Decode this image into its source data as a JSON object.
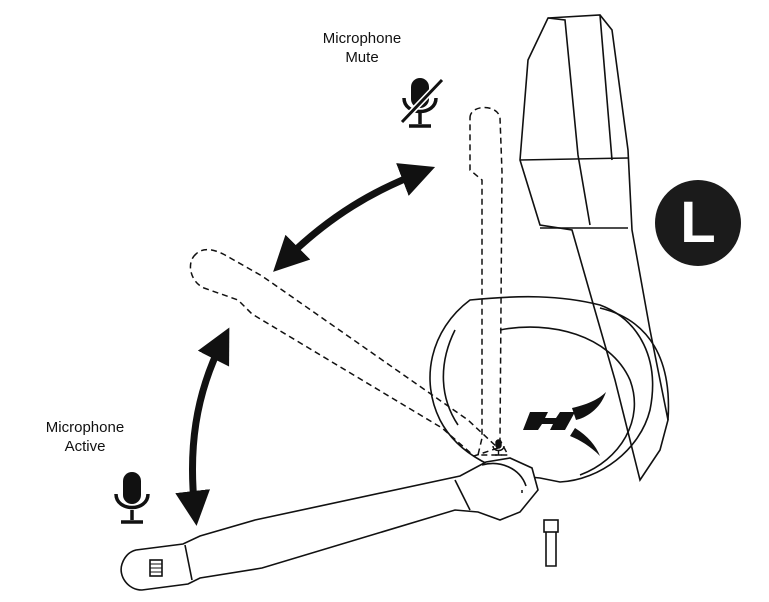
{
  "labels": {
    "mute": [
      "Microphone",
      "Mute"
    ],
    "active": [
      "Microphone",
      "Active"
    ],
    "side": "L"
  },
  "brand": "HX",
  "icons": {
    "mute": "microphone-muted-icon",
    "active": "microphone-icon"
  },
  "colors": {
    "ink": "#111111",
    "badge": "#1b1b1b"
  }
}
